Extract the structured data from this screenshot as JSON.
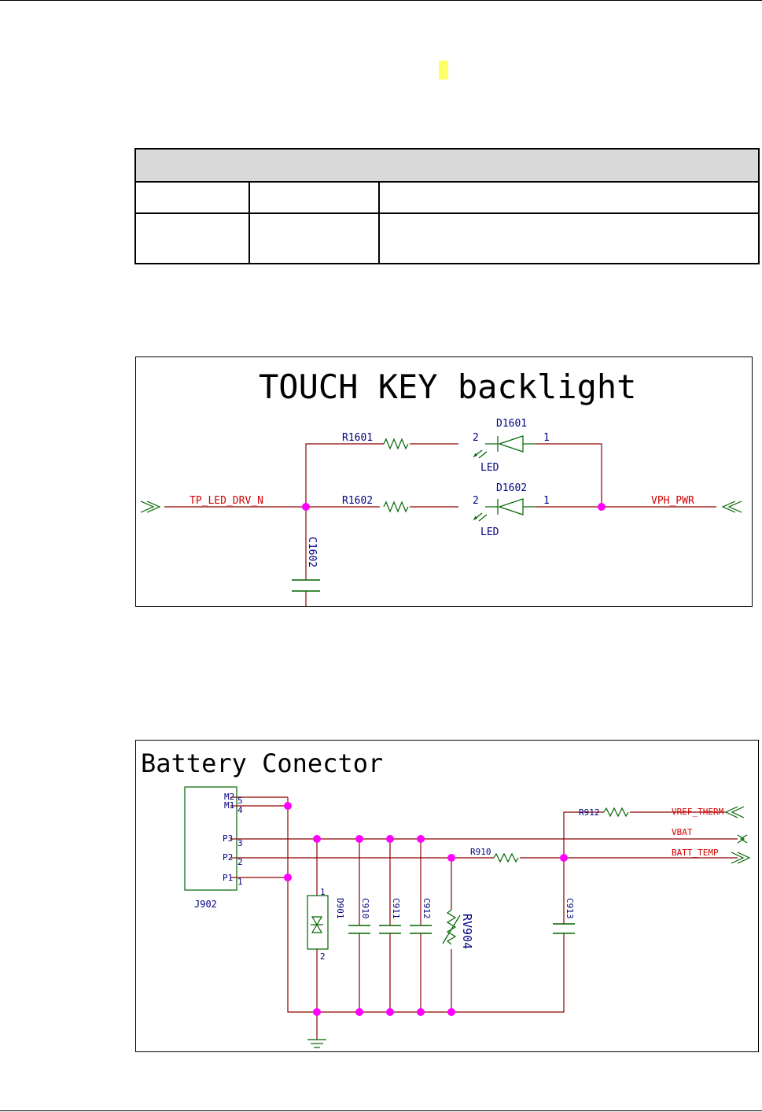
{
  "table": {
    "head": "",
    "rows": [
      [
        "",
        "",
        ""
      ],
      [
        "",
        "",
        ""
      ]
    ]
  },
  "touch": {
    "title": "TOUCH KEY backlight",
    "net_left": "TP_LED_DRV_N",
    "net_right": "VPH_PWR",
    "r1": "R1601",
    "r2": "R1602",
    "d1": "D1601",
    "d2": "D1602",
    "led": "LED",
    "pin_a": "2",
    "pin_k": "1",
    "cap": "C1602"
  },
  "battery": {
    "title": "Battery Conector",
    "connector": "J902",
    "pins": {
      "m2": "M2",
      "m1": "M1",
      "p3": "P3",
      "p2": "P2",
      "p1": "P1",
      "n5": "5",
      "n4": "4",
      "n3": "3",
      "n2": "2",
      "n1": "1"
    },
    "diode": "D901",
    "diode_pin_top": "1",
    "diode_pin_bot": "2",
    "caps": [
      "C910",
      "C911",
      "C912",
      "C913"
    ],
    "thermistor": "RV904",
    "r910": "R910",
    "r912": "R912",
    "nets": {
      "vref": "VREF_THERM",
      "vbat": "VBAT",
      "batt_temp": "BATT_TEMP"
    }
  },
  "colors": {
    "wire": "#8b0000",
    "net": "#d40000",
    "refdes": "#000080",
    "component": "#006400",
    "junction": "#ff00ff",
    "highlight": "#ffff66"
  }
}
